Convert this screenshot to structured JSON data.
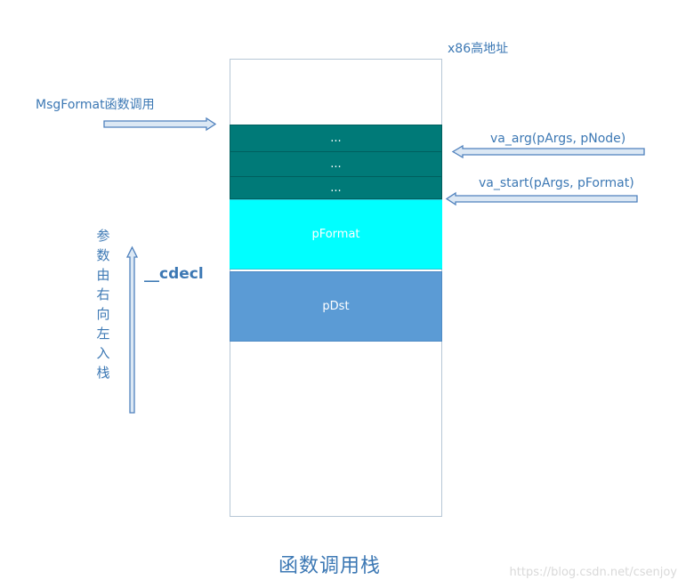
{
  "addr_label": "x86高地址",
  "call_label": "MsgFormat函数调用",
  "stack_cells": [
    {
      "text": "..."
    },
    {
      "text": "..."
    },
    {
      "text": "..."
    },
    {
      "text": "pFormat"
    },
    {
      "text": "pDst"
    }
  ],
  "va_arg_label": "va_arg(pArgs, pNode)",
  "va_start_label": "va_start(pArgs, pFormat)",
  "push_order_text": "参数由右向左入栈",
  "cdecl_label": "__cdecl",
  "caption": "函数调用栈",
  "watermark": "https://blog.csdn.net/csenjoy",
  "colors": {
    "teal_cell": "#007a78",
    "cyan_cell": "#00ffff",
    "blue_cell": "#5b9bd5",
    "text_blue": "#3c78b4",
    "arrow_blue": "#4f81bd"
  }
}
